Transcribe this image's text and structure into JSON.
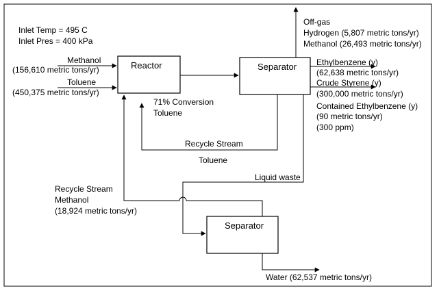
{
  "inlet": {
    "temp": "Inlet Temp = 495 C",
    "pres": "Inlet Pres = 400 kPa"
  },
  "feeds": {
    "methanol_name": "Methanol",
    "methanol_rate": "(156,610 metric tons/yr)",
    "toluene_name": "Toluene",
    "toluene_rate": "(450,375 metric tons/yr)"
  },
  "units": {
    "reactor": "Reactor",
    "separator_main": "Separator",
    "separator_water": "Separator"
  },
  "conversion": {
    "line1": "71% Conversion",
    "line2": "Toluene"
  },
  "toluene_recycle": {
    "line1": "Recycle Stream",
    "line2": "Toluene"
  },
  "offgas": {
    "title": "Off-gas",
    "hydrogen": "Hydrogen (5,807 metric tons/yr)",
    "methanol": "Methanol (26,493 metric tons/yr)"
  },
  "products": {
    "ethylbenzene_name": "Ethylbenzene (y)",
    "ethylbenzene_rate": "(62,638 metric tons/yr)",
    "styrene_name": "Crude Styrene (y)",
    "styrene_rate": "(300,000 metric tons/yr)",
    "contained_name": "Contained Ethylbenzene (y)",
    "contained_rate": "(90 metric tons/yr)",
    "contained_ppm": "(300 ppm)"
  },
  "liquid_waste": "Liquid waste",
  "methanol_recycle": {
    "line1": "Recycle Stream",
    "line2": "Methanol",
    "line3": "(18,924 metric tons/yr)"
  },
  "water": "Water (62,537 metric tons/yr)"
}
